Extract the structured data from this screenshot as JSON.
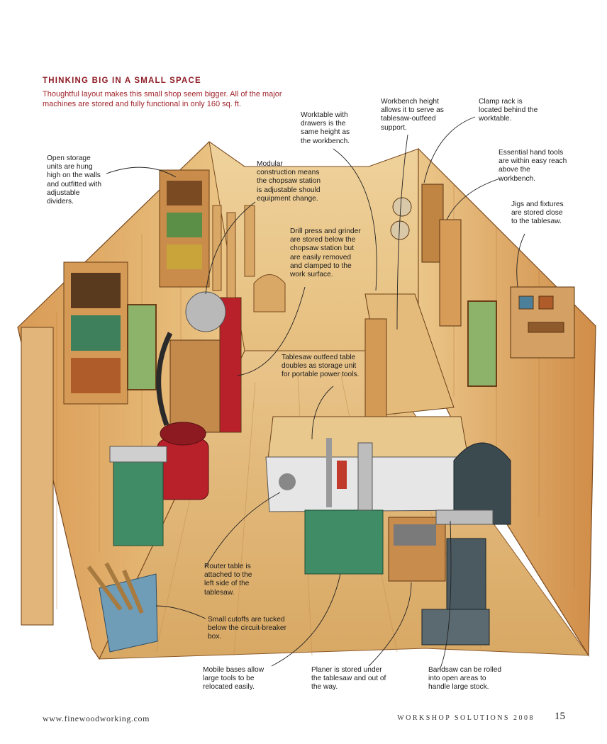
{
  "heading": "THINKING BIG IN A SMALL SPACE",
  "subheading": "Thoughtful layout makes this small shop seem bigger. All of the major machines are stored and fully functional in only 160 sq. ft.",
  "callouts": {
    "open_storage": "Open storage units are hung high on the walls and outfitted with adjustable dividers.",
    "modular": "Modular construction means the chopsaw station is adjustable should equipment change.",
    "drill_press": "Drill press and grinder are stored below the chopsaw station but are easily removed and clamped to the work surface.",
    "worktable": "Worktable with drawers is the same height as the workbench.",
    "workbench_height": "Workbench height allows it to serve as tablesaw-outfeed support.",
    "clamp_rack": "Clamp rack is located behind the worktable.",
    "hand_tools": "Essential hand tools are within easy reach above the workbench.",
    "jigs": "Jigs and fixtures are stored close to the tablesaw.",
    "outfeed": "Tablesaw outfeed table doubles as storage unit for portable power tools.",
    "router": "Router table is attached to the left side of the tablesaw.",
    "cutoffs": "Small cutoffs are tucked below the circuit-breaker box.",
    "mobile_bases": "Mobile bases allow large tools to be relocated easily.",
    "planer": "Planer is stored under the tablesaw and out of the way.",
    "bandsaw": "Bandsaw can be rolled into open areas to handle large stock."
  },
  "footer": {
    "website": "www.finewoodworking.com",
    "publication": "WORKSHOP SOLUTIONS 2008",
    "page_number": "15"
  },
  "colors": {
    "heading": "#8e1b25",
    "wood": "#e2b877",
    "wood_dark": "#b87a3c",
    "machine_green": "#3f8c66",
    "vacuum_red": "#b8202a",
    "bin_blue": "#6f9cb7"
  }
}
